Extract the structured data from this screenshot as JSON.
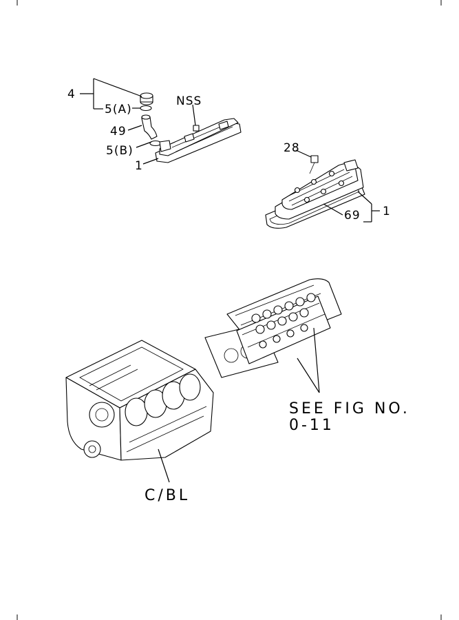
{
  "callouts": {
    "part_4": "4",
    "part_5a": "5(A)",
    "part_nss": "NSS",
    "part_49": "49",
    "part_5b": "5(B)",
    "part_1_left": "1",
    "part_28": "28",
    "part_69": "69",
    "part_1_right": "1",
    "see_fig_line1": "SEE FIG NO.",
    "see_fig_line2": "0-11",
    "cbl": "C/BL"
  }
}
